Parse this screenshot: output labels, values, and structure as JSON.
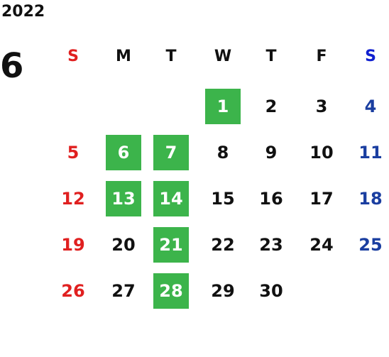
{
  "calendar": {
    "year": "2022",
    "month": "6",
    "weekdays": [
      "S",
      "M",
      "T",
      "W",
      "T",
      "F",
      "S"
    ],
    "weeks": [
      [
        "",
        "",
        "",
        "1",
        "2",
        "3",
        "4"
      ],
      [
        "5",
        "6",
        "7",
        "8",
        "9",
        "10",
        "11"
      ],
      [
        "12",
        "13",
        "14",
        "15",
        "16",
        "17",
        "18"
      ],
      [
        "19",
        "20",
        "21",
        "22",
        "23",
        "24",
        "25"
      ],
      [
        "26",
        "27",
        "28",
        "29",
        "30",
        "",
        ""
      ]
    ],
    "highlighted_days": [
      "1",
      "6",
      "7",
      "13",
      "14",
      "21",
      "28"
    ],
    "colors": {
      "sunday": "#e02020",
      "saturday": "#1a3ea0",
      "weekday": "#111111",
      "highlight_bg": "#3cb44b",
      "highlight_text": "#ffffff"
    }
  }
}
